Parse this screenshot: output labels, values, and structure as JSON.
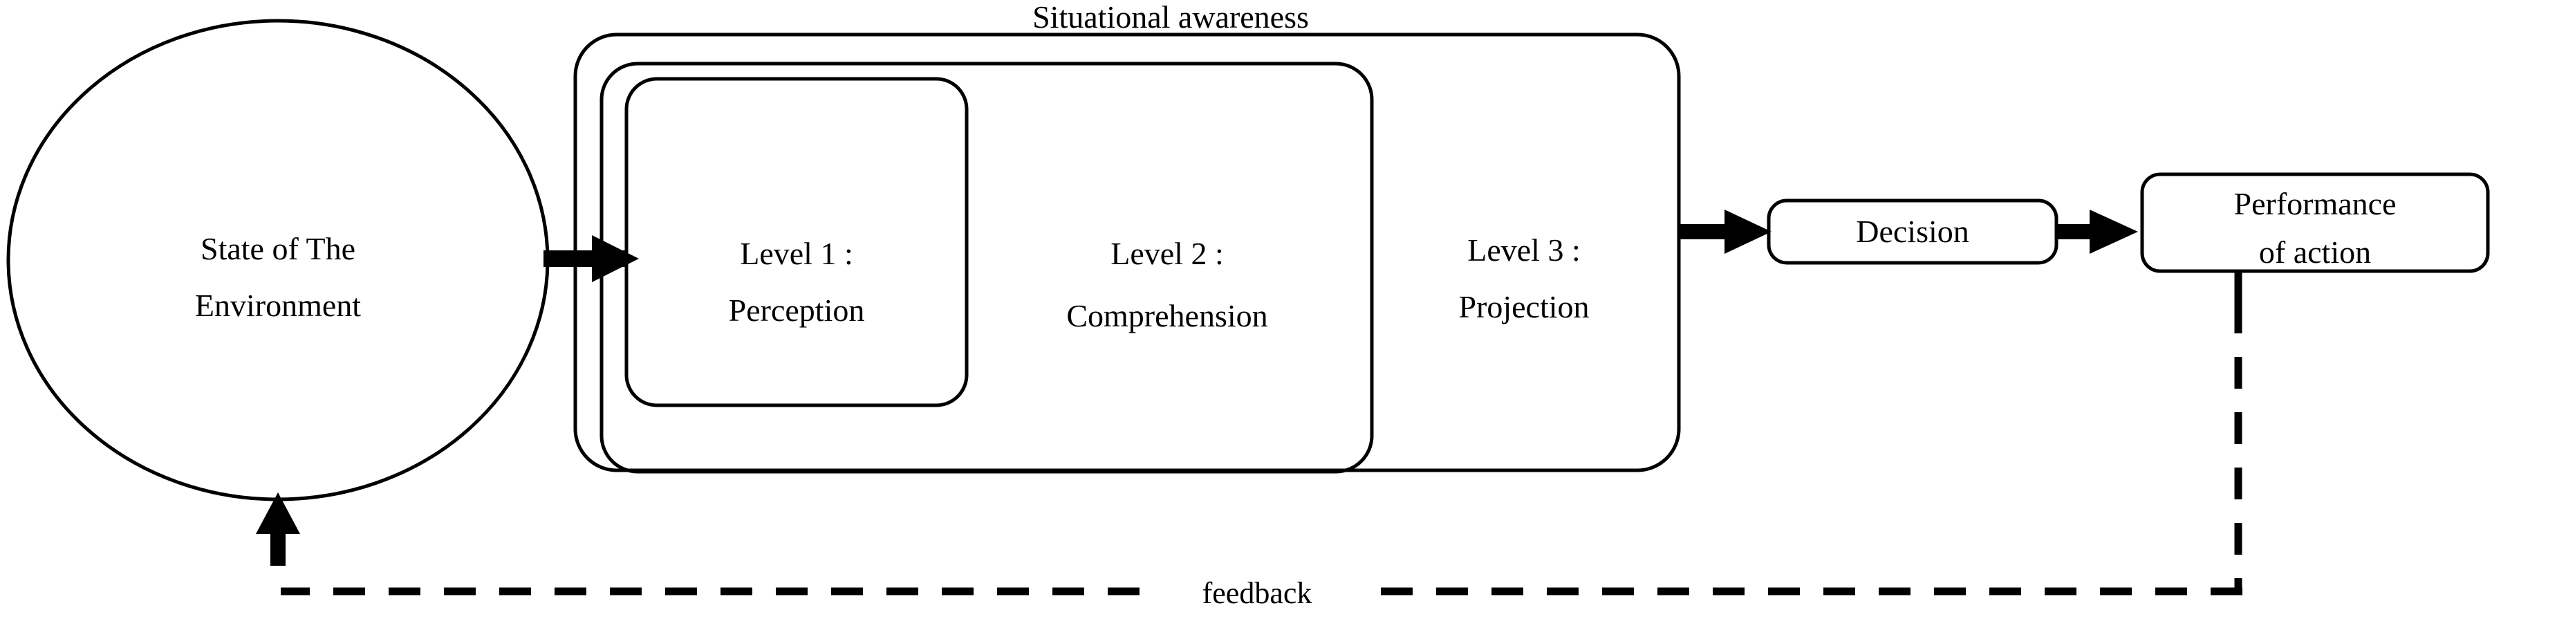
{
  "diagram": {
    "title_label": "Situational awareness",
    "nodes": {
      "environment": {
        "shape": "ellipse",
        "line1": "State of The",
        "line2": "Environment"
      },
      "level1": {
        "shape": "rounded-rect",
        "line1": "Level 1 :",
        "line2": "Perception"
      },
      "level2": {
        "shape": "rounded-rect",
        "line1": "Level 2  :",
        "line2": "Comprehension"
      },
      "level3": {
        "shape": "rounded-rect",
        "line1": "Level 3  :",
        "line2": "Projection"
      },
      "decision": {
        "shape": "rounded-rect",
        "line1": "Decision"
      },
      "performance": {
        "shape": "rounded-rect",
        "line1": "Performance",
        "line2": "of action"
      }
    },
    "edges": {
      "feedback_label": "feedback"
    },
    "colors": {
      "stroke": "#000000",
      "background": "#ffffff",
      "text": "#000000"
    }
  }
}
